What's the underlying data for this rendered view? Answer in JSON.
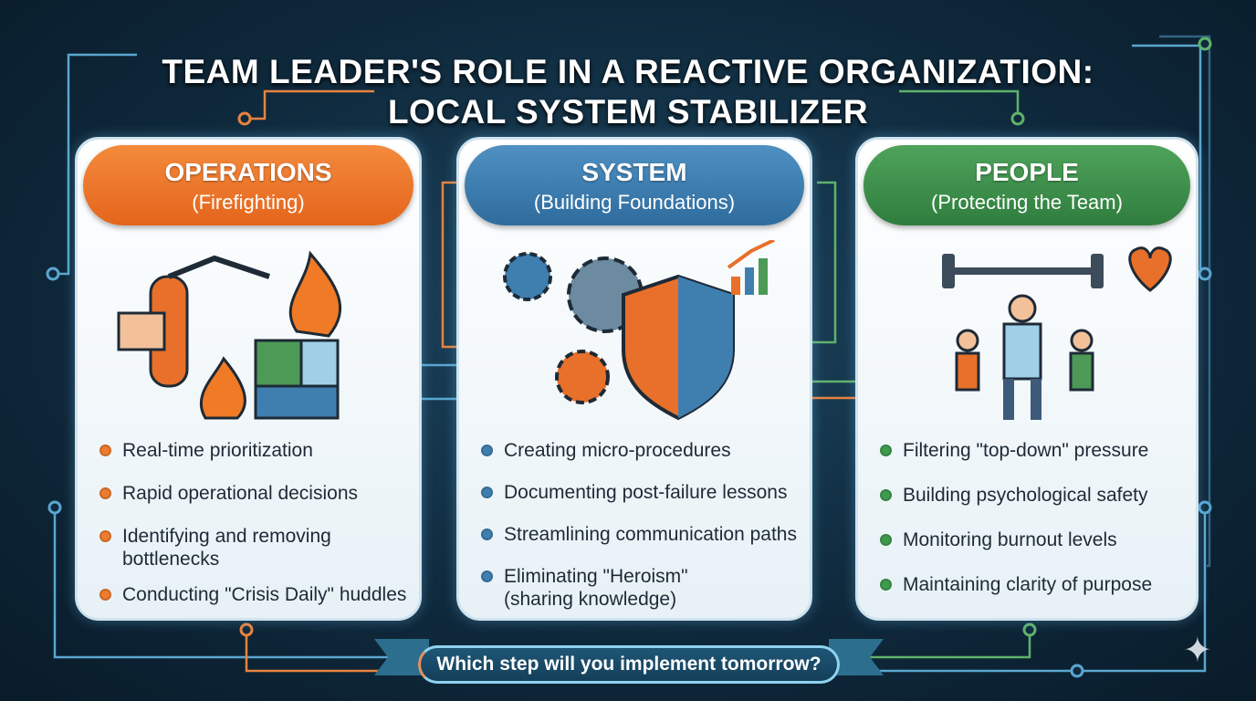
{
  "title": {
    "line1": "TEAM LEADER'S ROLE IN A REACTIVE ORGANIZATION:",
    "line2": "LOCAL SYSTEM STABILIZER"
  },
  "columns": [
    {
      "heading": "OPERATIONS",
      "subheading": "(Firefighting)",
      "color": "#e86f24",
      "illustration": "fire-extinguisher-puzzle",
      "items": [
        "Real-time prioritization",
        "Rapid operational decisions",
        "Identifying and removing bottlenecks",
        "Conducting \"Crisis Daily\" huddles"
      ]
    },
    {
      "heading": "SYSTEM",
      "subheading": "(Building Foundations)",
      "color": "#3a78aa",
      "illustration": "gears-shield-chart",
      "items": [
        "Creating micro-procedures",
        "Documenting post-failure lessons",
        "Streamlining communication paths",
        "Eliminating \"Heroism\" (sharing knowledge)"
      ]
    },
    {
      "heading": "PEOPLE",
      "subheading": "(Protecting the Team)",
      "color": "#3a8f48",
      "illustration": "leader-lifting-barbell-heart",
      "items": [
        "Filtering \"top-down\" pressure",
        "Building psychological safety",
        "Monitoring burnout levels",
        "Maintaining clarity of purpose"
      ]
    }
  ],
  "banner": "Which step will you implement tomorrow?"
}
